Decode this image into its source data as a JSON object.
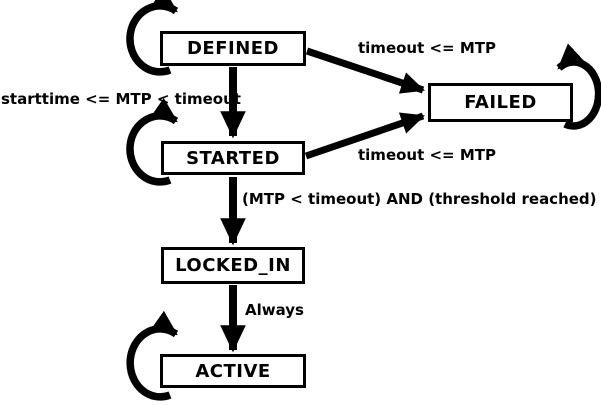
{
  "diagram": {
    "type": "state-machine",
    "colors": {
      "background": "#ffffff",
      "line": "#000000",
      "box_fill": "#ffffff",
      "text": "#000000"
    },
    "states": [
      {
        "label": "DEFINED"
      },
      {
        "label": "FAILED"
      },
      {
        "label": "STARTED"
      },
      {
        "label": "LOCKED_IN"
      },
      {
        "label": "ACTIVE"
      }
    ],
    "transitions": [
      {
        "from": "DEFINED",
        "to": "FAILED",
        "label": "timeout <= MTP"
      },
      {
        "from": "DEFINED",
        "to": "STARTED",
        "label": "starttime <= MTP < timeout"
      },
      {
        "from": "STARTED",
        "to": "FAILED",
        "label": "timeout <= MTP"
      },
      {
        "from": "STARTED",
        "to": "LOCKED_IN",
        "label": "(MTP < timeout) AND (threshold reached)"
      },
      {
        "from": "LOCKED_IN",
        "to": "ACTIVE",
        "label": "Always"
      },
      {
        "from": "DEFINED",
        "to": "DEFINED",
        "label": ""
      },
      {
        "from": "STARTED",
        "to": "STARTED",
        "label": ""
      },
      {
        "from": "FAILED",
        "to": "FAILED",
        "label": ""
      },
      {
        "from": "ACTIVE",
        "to": "ACTIVE",
        "label": ""
      }
    ]
  }
}
